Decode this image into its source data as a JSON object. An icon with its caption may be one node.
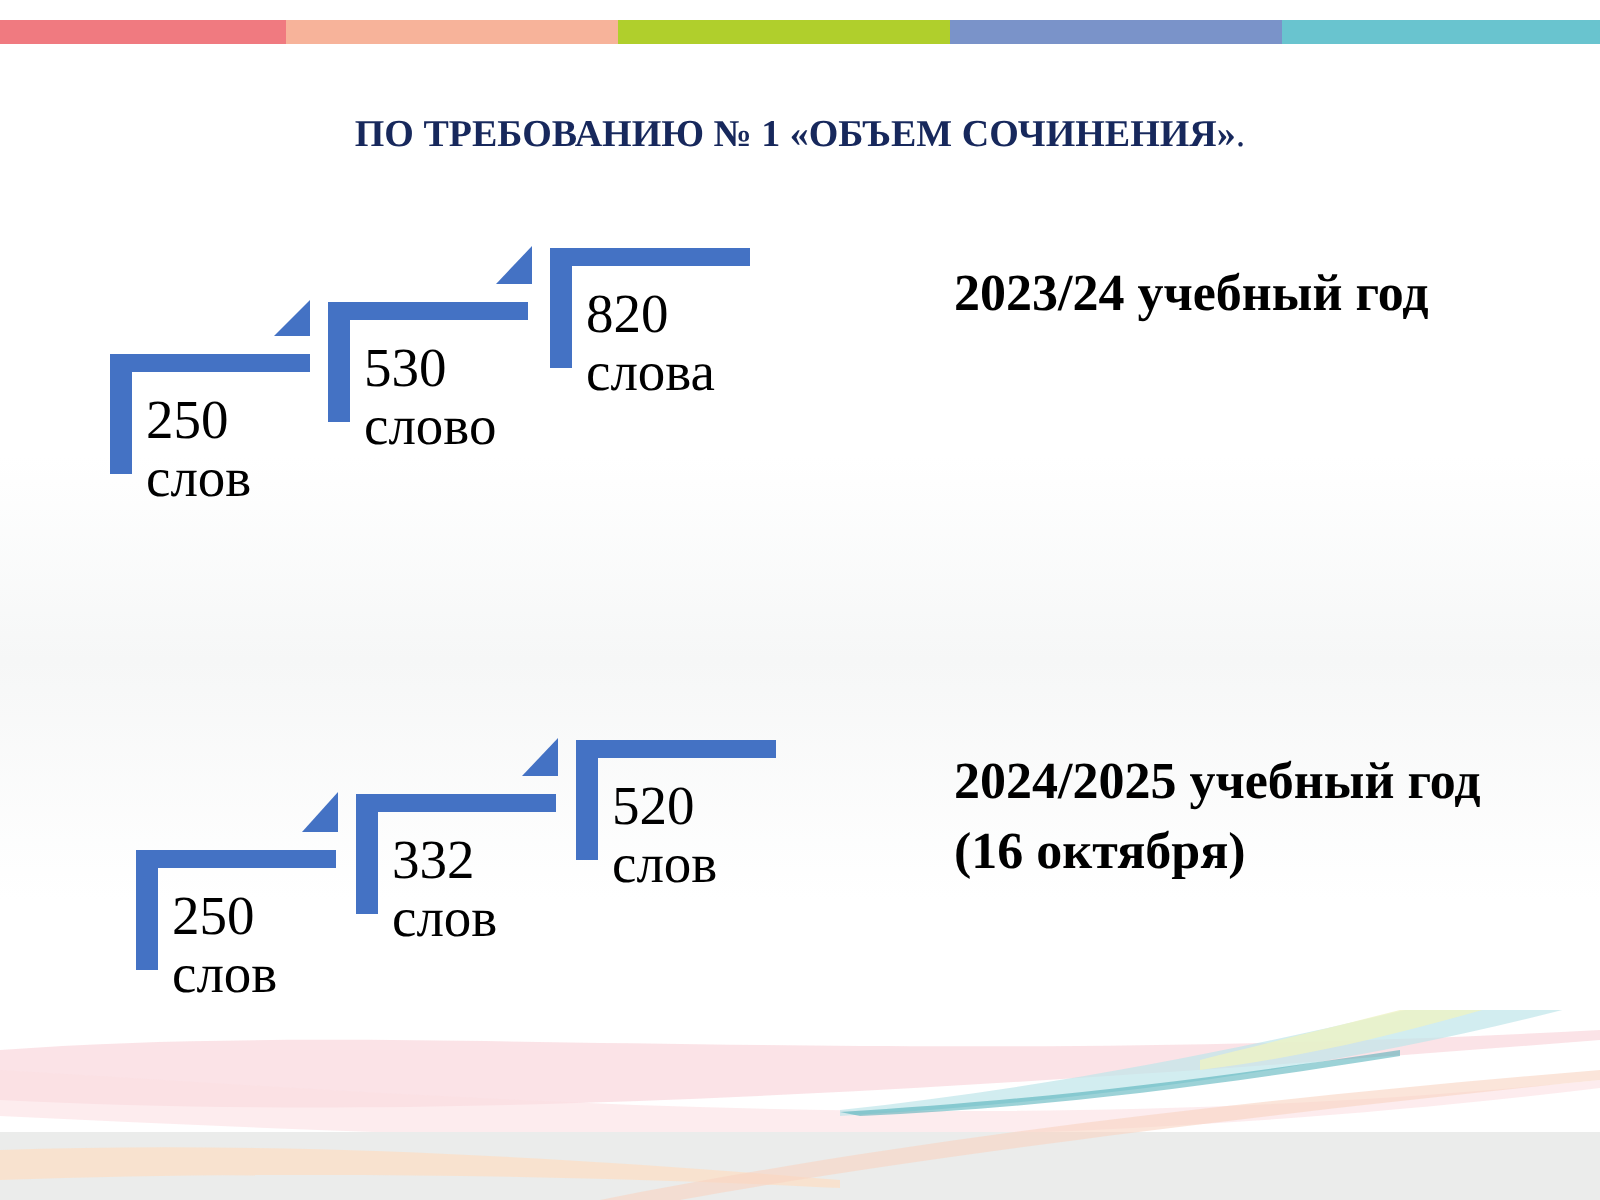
{
  "diagram": {
    "title": "**ПО ТРЕБОВАНИЮ № 1 «ОБЪЕМ СОЧИНЕНИЯ»**.",
    "nodes": [
      {
        "text": [
          "250 слов"
        ]
      },
      {
        "text": [
          "530 слово"
        ]
      },
      {
        "text": [
          "820 слова"
        ]
      },
      {
        "text": [
          "250 слов"
        ]
      },
      {
        "text": [
          "332 слов"
        ]
      },
      {
        "text": [
          "520 слов"
        ]
      }
    ],
    "edges": [
      {
        "from": 1,
        "to": 0,
        "arrow": "to"
      },
      {
        "from": 2,
        "to": 1,
        "arrow": "to"
      },
      {
        "from": 4,
        "to": 3,
        "arrow": "to"
      },
      {
        "from": 5,
        "to": 4,
        "arrow": "to"
      }
    ],
    "labels": [
      "2023/24 учебный год",
      "2024/2025 учебный год (16 октября)"
    ]
  }
}
